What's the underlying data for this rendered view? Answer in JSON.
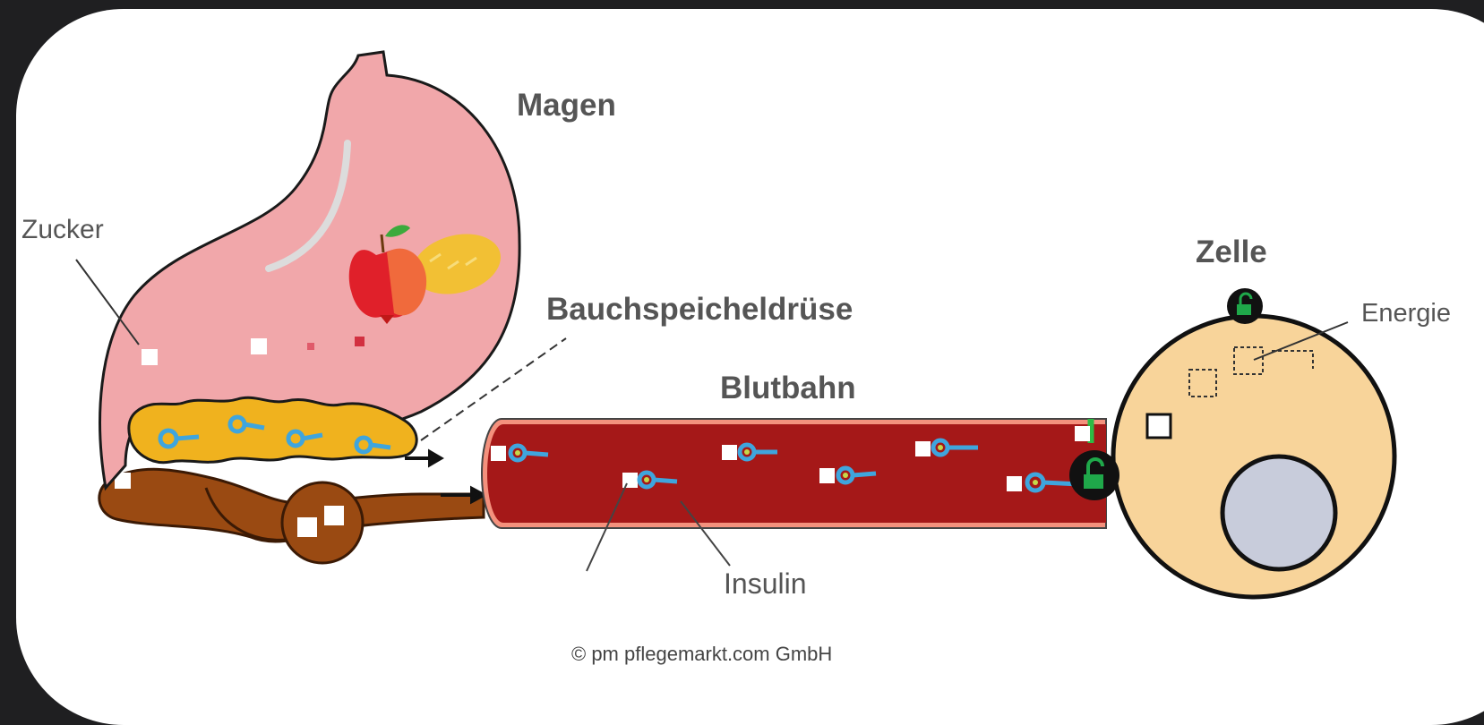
{
  "labels": {
    "magen": "Magen",
    "zucker": "Zucker",
    "bauchspeicheldruese": "Bauchspeicheldrüse",
    "blutbahn": "Blutbahn",
    "zelle": "Zelle",
    "energie": "Energie",
    "insulin": "Insulin"
  },
  "copyright": "© pm pflegemarkt.com GmbH",
  "colors": {
    "background": "#1f1f21",
    "card": "#ffffff",
    "stomach": "#f1a7aa",
    "pancreas": "#f0b21e",
    "intestine": "#9a4a12",
    "blood_vessel": "#a51818",
    "vessel_wall": "#f4917d",
    "cell": "#f8d49a",
    "nucleus": "#c8ccdb",
    "insulin_key": "#3fa5dd",
    "lock": "#1fa84a",
    "label_text": "#555555"
  },
  "icons": [
    "apple-icon",
    "bread-icon",
    "key-icon",
    "lock-icon",
    "arrow-icon"
  ]
}
